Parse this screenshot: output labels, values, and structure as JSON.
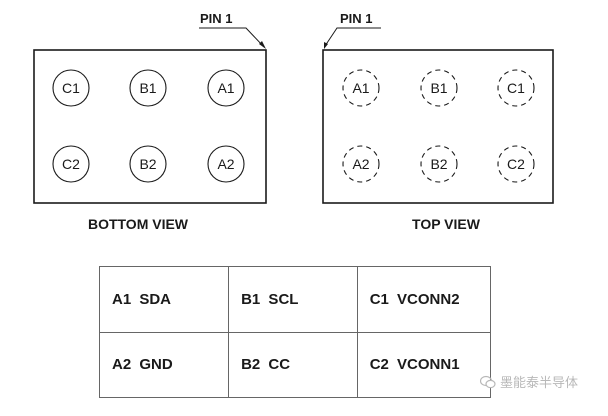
{
  "bottom_view": {
    "pin1_label": "PIN 1",
    "view_label": "BOTTOM VIEW",
    "balls_row1": [
      "C1",
      "B1",
      "A1"
    ],
    "balls_row2": [
      "C2",
      "B2",
      "A2"
    ]
  },
  "top_view": {
    "pin1_label": "PIN 1",
    "view_label": "TOP VIEW",
    "balls_row1": [
      "A1",
      "B1",
      "C1"
    ],
    "balls_row2": [
      "A2",
      "B2",
      "C2"
    ]
  },
  "pin_table": {
    "rows": [
      [
        "A1  SDA",
        "B1  SCL",
        "C1  VCONN2"
      ],
      [
        "A2  GND",
        "B2  CC",
        "C2  VCONN1"
      ]
    ]
  },
  "watermark": {
    "text": "墨能泰半导体"
  },
  "colors": {
    "line": "#1a1a1a",
    "table_border": "#666666",
    "watermark": "#b8b8b8"
  }
}
